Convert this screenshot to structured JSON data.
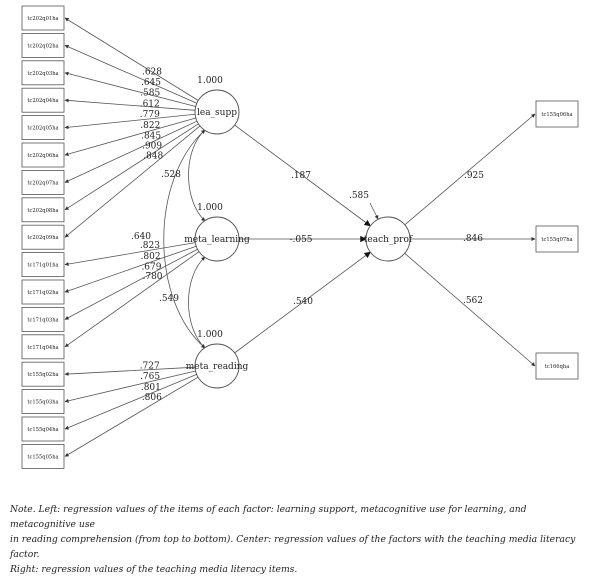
{
  "left_indicators": [
    {
      "label": "tc202q01ha",
      "factor": "lea_supp",
      "loading": ".628"
    },
    {
      "label": "tc202q02ha",
      "factor": "lea_supp",
      "loading": ".645"
    },
    {
      "label": "tc202q03ha",
      "factor": "lea_supp",
      "loading": ".585"
    },
    {
      "label": "tc202q04ha",
      "factor": "lea_supp",
      "loading": ".612"
    },
    {
      "label": "tc202q05ha",
      "factor": "lea_supp",
      "loading": ".779"
    },
    {
      "label": "tc202q06ha",
      "factor": "lea_supp",
      "loading": ".822"
    },
    {
      "label": "tc202q07ha",
      "factor": "lea_supp",
      "loading": ".845"
    },
    {
      "label": "tc202q08ha",
      "factor": "lea_supp",
      "loading": ".909"
    },
    {
      "label": "tc202q09ha",
      "factor": "lea_supp",
      "loading": ".848"
    },
    {
      "label": "tc171q01ha",
      "factor": "meta_learning",
      "loading": ".823"
    },
    {
      "label": "tc171q02ha",
      "factor": "meta_learning",
      "loading": ".802"
    },
    {
      "label": "tc171q03ha",
      "factor": "meta_learning",
      "loading": ".679"
    },
    {
      "label": "tc171q04ha",
      "factor": "meta_learning",
      "loading": ".780"
    },
    {
      "label": "tc155q02ha",
      "factor": "meta_reading",
      "loading": ".727"
    },
    {
      "label": "tc155q03ha",
      "factor": "meta_reading",
      "loading": ".765"
    },
    {
      "label": "tc155q04ha",
      "factor": "meta_reading",
      "loading": ".801"
    },
    {
      "label": "tc155q05ha",
      "factor": "meta_reading",
      "loading": ".806"
    }
  ],
  "factors": [
    {
      "id": "lea_supp",
      "label": "lea_supp",
      "variance": "1.000"
    },
    {
      "id": "meta_learning",
      "label": "meta_learning",
      "variance": "1.000"
    },
    {
      "id": "meta_reading",
      "label": "meta_reading",
      "variance": "1.000"
    }
  ],
  "correlations": [
    {
      "from": "lea_supp",
      "to": "meta_learning",
      "value": ".528"
    },
    {
      "from": "lea_supp",
      "to": "meta_reading",
      "value": ".640"
    },
    {
      "from": "meta_learning",
      "to": "meta_reading",
      "value": ".549"
    }
  ],
  "outcome": {
    "id": "teach_prof",
    "label": "teach_prof",
    "residual": ".585"
  },
  "paths": [
    {
      "from": "lea_supp",
      "value": ".187"
    },
    {
      "from": "meta_learning",
      "value": "-.055"
    },
    {
      "from": "meta_reading",
      "value": ".540"
    }
  ],
  "right_indicators": [
    {
      "label": "tc155q06ha",
      "loading": ".925"
    },
    {
      "label": "tc155q07ha",
      "loading": ".846"
    },
    {
      "label": "tc166qha",
      "loading": ".562"
    }
  ],
  "note": {
    "line1": "Note. Left: regression values of the items of each factor: learning support, metacognitive use for learning, and metacognitive use",
    "line2": "in reading comprehension (from top to bottom). Center: regression values of the factors with the teaching media literacy factor.",
    "line3": "Right: regression values of the teaching media literacy items."
  },
  "colors": {
    "stroke": "#555555",
    "text": "#222222",
    "background": "#ffffff"
  }
}
